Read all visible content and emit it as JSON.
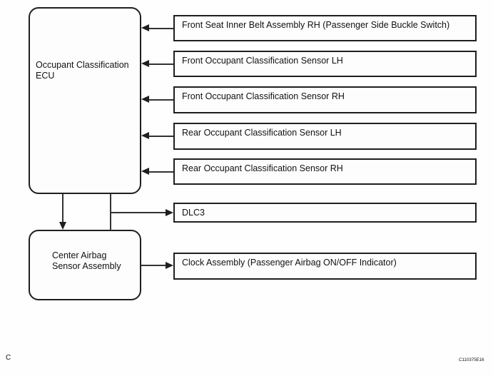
{
  "diagram": {
    "ecu_box": {
      "line1": "Occupant Classification",
      "line2": "ECU"
    },
    "center_airbag_box": {
      "line1": "Center Airbag",
      "line2": "Sensor Assembly"
    },
    "right_boxes": [
      {
        "label": "Front Seat Inner Belt Assembly RH (Passenger Side Buckle Switch)",
        "arrow": "into-ecu"
      },
      {
        "label": "Front Occupant Classification Sensor LH",
        "arrow": "into-ecu"
      },
      {
        "label": "Front Occupant Classification Sensor RH",
        "arrow": "into-ecu"
      },
      {
        "label": "Rear Occupant Classification Sensor LH",
        "arrow": "into-ecu"
      },
      {
        "label": "Rear Occupant Classification Sensor RH",
        "arrow": "into-ecu"
      },
      {
        "label": "DLC3",
        "arrow": "out-of-ecu"
      },
      {
        "label": "Clock Assembly (Passenger Airbag ON/OFF Indicator)",
        "arrow": "out-of-center-airbag"
      }
    ],
    "footer": {
      "page_marker": "C",
      "figure_code": "C110375E16"
    },
    "colors": {
      "line": "#1f1f1f",
      "background": "#fefefe"
    }
  }
}
